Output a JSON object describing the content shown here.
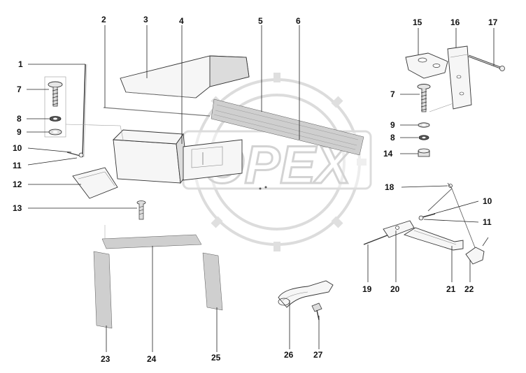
{
  "watermark": {
    "text": "OPEX",
    "color": "#d0d0d0"
  },
  "callouts": [
    {
      "id": "c1",
      "label": "1"
    },
    {
      "id": "c2",
      "label": "2"
    },
    {
      "id": "c3",
      "label": "3"
    },
    {
      "id": "c4",
      "label": "4"
    },
    {
      "id": "c5",
      "label": "5"
    },
    {
      "id": "c6",
      "label": "6"
    },
    {
      "id": "c7a",
      "label": "7"
    },
    {
      "id": "c8a",
      "label": "8"
    },
    {
      "id": "c9a",
      "label": "9"
    },
    {
      "id": "c10a",
      "label": "10"
    },
    {
      "id": "c11a",
      "label": "11"
    },
    {
      "id": "c12",
      "label": "12"
    },
    {
      "id": "c13",
      "label": "13"
    },
    {
      "id": "c15",
      "label": "15"
    },
    {
      "id": "c16",
      "label": "16"
    },
    {
      "id": "c17",
      "label": "17"
    },
    {
      "id": "c7b",
      "label": "7"
    },
    {
      "id": "c9b",
      "label": "9"
    },
    {
      "id": "c8b",
      "label": "8"
    },
    {
      "id": "c14",
      "label": "14"
    },
    {
      "id": "c18",
      "label": "18"
    },
    {
      "id": "c10b",
      "label": "10"
    },
    {
      "id": "c11b",
      "label": "11"
    },
    {
      "id": "c19",
      "label": "19"
    },
    {
      "id": "c20",
      "label": "20"
    },
    {
      "id": "c21",
      "label": "21"
    },
    {
      "id": "c22",
      "label": "22"
    },
    {
      "id": "c23",
      "label": "23"
    },
    {
      "id": "c24",
      "label": "24"
    },
    {
      "id": "c25",
      "label": "25"
    },
    {
      "id": "c26",
      "label": "26"
    },
    {
      "id": "c27",
      "label": "27"
    }
  ]
}
